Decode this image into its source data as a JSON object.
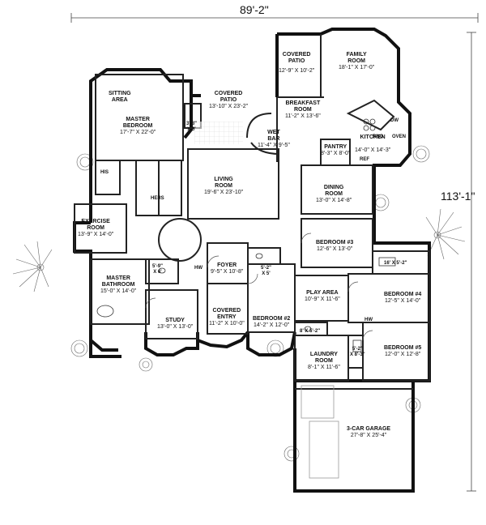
{
  "overall": {
    "width": "89'-2\"",
    "depth": "113'-1\""
  },
  "rooms": {
    "sitting_area": {
      "name": "SITTING\nAREA"
    },
    "master_bedroom": {
      "name": "MASTER\nBEDROOM",
      "dim": "17'-7\" X 22'-0\""
    },
    "covered_patio_rear": {
      "name": "COVERED\nPATIO",
      "dim": "13'-10\" X 23'-2\""
    },
    "covered_patio_family": {
      "name": "COVERED\nPATIO",
      "dim": "12'-9\" X 10'-2\""
    },
    "family_room": {
      "name": "FAMILY\nROOM",
      "dim": "18'-1\" X 17'-0\""
    },
    "breakfast_room": {
      "name": "BREAKFAST\nROOM",
      "dim": "11'-2\" X 13'-6\""
    },
    "wet_bar": {
      "name": "WET\nBAR",
      "dim": "11'-4\" X 9'-5\""
    },
    "pantry": {
      "name": "PANTRY",
      "dim": "8'-3\" X 8'-0\""
    },
    "kitchen": {
      "name": "KITCHEN",
      "dim": "14'-0\" X 14'-3\""
    },
    "living_room": {
      "name": "LIVING\nROOM",
      "dim": "19'-6\" X 23'-10\""
    },
    "dining_room": {
      "name": "DINING\nROOM",
      "dim": "13'-0\" X 14'-8\""
    },
    "exercise_room": {
      "name": "EXERCISE\nROOM",
      "dim": "13'-9\" X 14'-0\""
    },
    "bedroom3": {
      "name": "BEDROOM #3",
      "dim": "12'-6\" X 13'-0\""
    },
    "master_bathroom": {
      "name": "MASTER\nBATHROOM",
      "dim": "15'-0\" X 14'-0\""
    },
    "foyer": {
      "name": "FOYER",
      "dim": "9'-5\" X 10'-8\""
    },
    "play_area": {
      "name": "PLAY AREA",
      "dim": "10'-9\" X 11'-6\""
    },
    "bedroom4": {
      "name": "BEDROOM #4",
      "dim": "12'-5\" X 14'-0\""
    },
    "study": {
      "name": "STUDY",
      "dim": "13'-0\" X 13'-0\""
    },
    "covered_entry": {
      "name": "COVERED\nENTRY",
      "dim": "11'-2\" X 10'-0\""
    },
    "bedroom2": {
      "name": "BEDROOM #2",
      "dim": "14'-2\" X 12'-0\""
    },
    "bedroom5": {
      "name": "BEDROOM #5",
      "dim": "12'-0\" X 12'-8\""
    },
    "laundry_room": {
      "name": "LAUNDRY\nROOM",
      "dim": "8'-1\" X 11'-6\""
    },
    "garage": {
      "name": "3-CAR GARAGE",
      "dim": "27'-8\" X 25'-4\""
    }
  },
  "small_labels": {
    "his": "HIS",
    "hers": "HERS",
    "hw1": "HW",
    "hw2": "HW",
    "dw": "DW",
    "rng": "RNG",
    "oven": "OVEN",
    "ref": "REF",
    "closet_3_8": "3'-8\"\nX 6'",
    "bath_5_9": "5'-9\"\nX 6'",
    "bath_5_2a": "5'-2\"\nX 5'",
    "bath_16_5": "16' X 5'-2\"",
    "bath_8_5": "8' X 5'-2\"",
    "bath_5_2b": "5'-2\"\nX 8'-3\""
  }
}
